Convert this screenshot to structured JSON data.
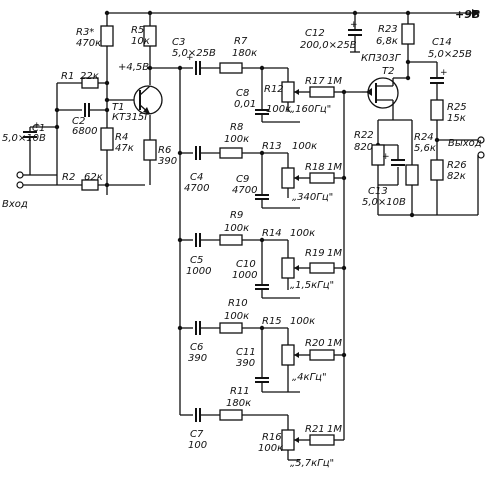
{
  "supply": {
    "label": "+9В"
  },
  "input": {
    "label": "Вход"
  },
  "output": {
    "label": "Выход"
  },
  "t1": {
    "ref": "T1",
    "type": "КТ315Г"
  },
  "t2": {
    "ref": "T2",
    "type": "КП303Г"
  },
  "node_voltage": "+4,5В",
  "components": {
    "r1": {
      "ref": "R1",
      "value": "22к"
    },
    "r2": {
      "ref": "R2",
      "value": "62к"
    },
    "r3": {
      "ref": "R3*",
      "value": "470к"
    },
    "r4": {
      "ref": "R4",
      "value": "47к"
    },
    "r5": {
      "ref": "R5",
      "value": "10к"
    },
    "r6": {
      "ref": "R6",
      "value": "390"
    },
    "r7": {
      "ref": "R7",
      "value": "180к"
    },
    "r8": {
      "ref": "R8",
      "value": "100к"
    },
    "r9": {
      "ref": "R9",
      "value": "100к"
    },
    "r10": {
      "ref": "R10",
      "value": "100к"
    },
    "r11": {
      "ref": "R11",
      "value": "180к"
    },
    "r12": {
      "ref": "R12",
      "value": "100к"
    },
    "r13": {
      "ref": "R13",
      "value": "100к"
    },
    "r14": {
      "ref": "R14",
      "value": "100к"
    },
    "r15": {
      "ref": "R15",
      "value": "100к"
    },
    "r16": {
      "ref": "R16",
      "value": "100к"
    },
    "r17": {
      "ref": "R17",
      "value": "1М"
    },
    "r18": {
      "ref": "R18",
      "value": "1М"
    },
    "r19": {
      "ref": "R19",
      "value": "1М"
    },
    "r20": {
      "ref": "R20",
      "value": "1М"
    },
    "r21": {
      "ref": "R21",
      "value": "1М"
    },
    "r22": {
      "ref": "R22",
      "value": "820"
    },
    "r23": {
      "ref": "R23",
      "value": "6,8к"
    },
    "r24": {
      "ref": "R24",
      "value": "5,6к"
    },
    "r25": {
      "ref": "R25",
      "value": "15к"
    },
    "r26": {
      "ref": "R26",
      "value": "82к"
    },
    "c1": {
      "ref": "C1",
      "value": "5,0×10В"
    },
    "c2": {
      "ref": "C2",
      "value": "6800"
    },
    "c3": {
      "ref": "C3",
      "value": "5,0×25В"
    },
    "c4": {
      "ref": "C4",
      "value": "4700"
    },
    "c5": {
      "ref": "C5",
      "value": "1000"
    },
    "c6": {
      "ref": "C6",
      "value": "390"
    },
    "c7": {
      "ref": "C7",
      "value": "100"
    },
    "c8": {
      "ref": "C8",
      "value": "0,01"
    },
    "c9": {
      "ref": "C9",
      "value": "4700"
    },
    "c10": {
      "ref": "C10",
      "value": "1000"
    },
    "c11": {
      "ref": "C11",
      "value": "390"
    },
    "c12": {
      "ref": "C12",
      "value": "200,0×25В"
    },
    "c13": {
      "ref": "C13",
      "value": "5,0×10В"
    },
    "c14": {
      "ref": "C14",
      "value": "5,0×25В"
    }
  },
  "bands": {
    "b1": "„160Гц\"",
    "b2": "„340Гц\"",
    "b3": "„1,5кГц\"",
    "b4": "„4кГц\"",
    "b5": "„5,7кГц\""
  }
}
